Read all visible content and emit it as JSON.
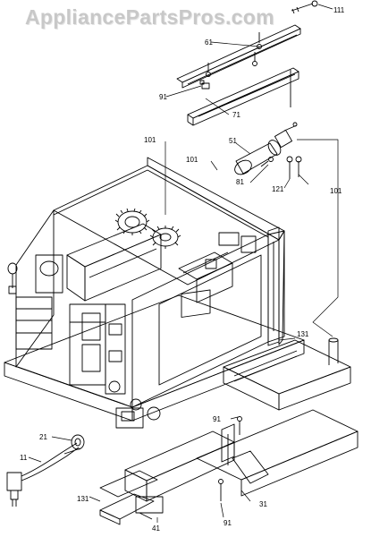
{
  "watermark": "AppliancePartsPros.com",
  "callouts": {
    "c111": "111",
    "c61": "61",
    "c91_top": "91",
    "c71": "71",
    "c101_a": "101",
    "c101_b": "101",
    "c51": "51",
    "c81": "81",
    "c121": "121",
    "c101_c": "101",
    "c131_right": "131",
    "c91_mid": "91",
    "c21": "21",
    "c11": "11",
    "c31": "31",
    "c131_left": "131",
    "c41": "41",
    "c91_bottom": "91"
  }
}
